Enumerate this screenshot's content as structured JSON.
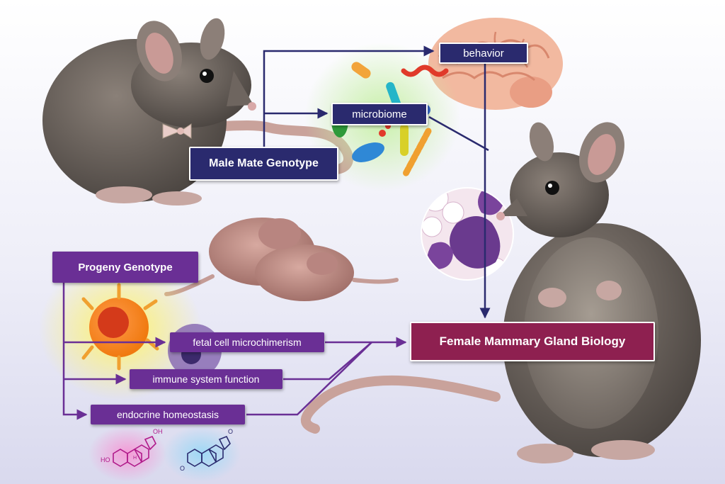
{
  "nodes": {
    "behavior": "behavior",
    "microbiome": "microbiome",
    "male_mate_genotype": "Male Mate Genotype",
    "progeny_genotype": "Progeny Genotype",
    "fetal_cell_microchimerism": "fetal cell microchimerism",
    "immune_system_function": "immune system function",
    "endocrine_homeostasis": "endocrine homeostasis",
    "female_mammary_gland_biology": "Female Mammary Gland Biology"
  },
  "molecule_labels": {
    "estradiol_oh_top": "OH",
    "estradiol_ho": "HO",
    "h": "H",
    "ketone_o": "O"
  },
  "colors": {
    "navy": "#2a2a6e",
    "purple": "#6a2f95",
    "magenta": "#8e2050"
  }
}
